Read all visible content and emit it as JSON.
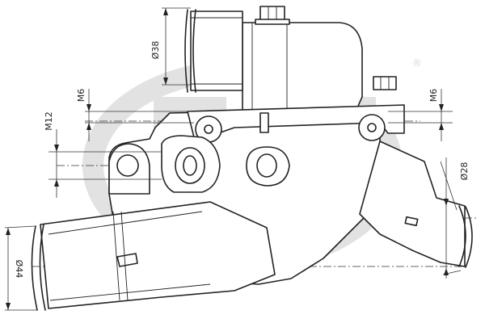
{
  "dimensions": {
    "d38": "Ø38",
    "m6_left": "M6",
    "m12": "M12",
    "m6_right": "M6",
    "d28": "Ø28",
    "d44": "Ø44"
  },
  "watermark": {
    "registered_mark": "®"
  },
  "colors": {
    "line": "#222222",
    "watermark": "#e2e2e2"
  }
}
